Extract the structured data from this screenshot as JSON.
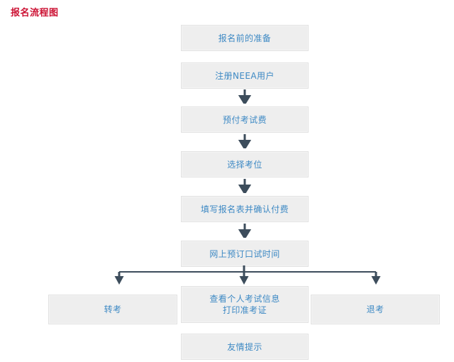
{
  "page": {
    "title": "报名流程图",
    "title_color": "#cc1133",
    "background_color": "#ffffff"
  },
  "theme": {
    "box_fill": "#eeeeee",
    "box_border": "#e2e2e2",
    "box_text_color": "#3d89c4",
    "connector_color": "#3d4d5c",
    "arrow_color": "#3d4d5c"
  },
  "flow": {
    "steps": [
      {
        "id": "step-1",
        "label": "报名前的准备",
        "arrow_to_next": false
      },
      {
        "id": "step-2",
        "label": "注册NEEA用户",
        "arrow_to_next": true
      },
      {
        "id": "step-3",
        "label": "预付考试费",
        "arrow_to_next": true
      },
      {
        "id": "step-4",
        "label": "选择考位",
        "arrow_to_next": true
      },
      {
        "id": "step-5",
        "label": "填写报名表并确认付费",
        "arrow_to_next": true
      },
      {
        "id": "step-6",
        "label": "网上预订口试时间",
        "arrow_to_next": true
      }
    ],
    "branches": [
      {
        "id": "branch-left",
        "label": "转考"
      },
      {
        "id": "branch-center",
        "label": "查看个人考试信息\n打印准考证"
      },
      {
        "id": "branch-right",
        "label": "退考"
      }
    ],
    "footer": {
      "id": "footer-note",
      "label": "友情提示"
    }
  },
  "icons": {
    "down_arrow": "down-arrow-icon",
    "branch_connector": "branch-connector-icon"
  }
}
